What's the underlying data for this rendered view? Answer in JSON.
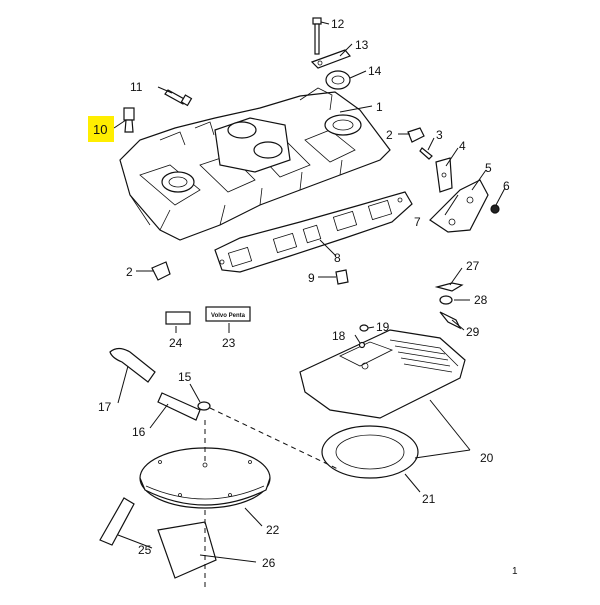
{
  "diagram": {
    "highlighted_callout": "10",
    "highlight_color": "#ffee00",
    "callouts": [
      {
        "id": "c1",
        "label": "1"
      },
      {
        "id": "c2a",
        "label": "2"
      },
      {
        "id": "c2b",
        "label": "2"
      },
      {
        "id": "c3",
        "label": "3"
      },
      {
        "id": "c4",
        "label": "4"
      },
      {
        "id": "c5",
        "label": "5"
      },
      {
        "id": "c6",
        "label": "6"
      },
      {
        "id": "c7",
        "label": "7"
      },
      {
        "id": "c8",
        "label": "8"
      },
      {
        "id": "c9",
        "label": "9"
      },
      {
        "id": "c10",
        "label": "10"
      },
      {
        "id": "c11",
        "label": "11"
      },
      {
        "id": "c12",
        "label": "12"
      },
      {
        "id": "c13",
        "label": "13"
      },
      {
        "id": "c14",
        "label": "14"
      },
      {
        "id": "c15",
        "label": "15"
      },
      {
        "id": "c16",
        "label": "16"
      },
      {
        "id": "c17",
        "label": "17"
      },
      {
        "id": "c18",
        "label": "18"
      },
      {
        "id": "c19",
        "label": "19"
      },
      {
        "id": "c20",
        "label": "20"
      },
      {
        "id": "c21",
        "label": "21"
      },
      {
        "id": "c22",
        "label": "22"
      },
      {
        "id": "c23",
        "label": "23"
      },
      {
        "id": "c24",
        "label": "24"
      },
      {
        "id": "c25",
        "label": "25"
      },
      {
        "id": "c26",
        "label": "26"
      },
      {
        "id": "c27",
        "label": "27"
      },
      {
        "id": "c28",
        "label": "28"
      },
      {
        "id": "c29",
        "label": "29"
      }
    ],
    "decal_text": "Volvo Penta",
    "page_number": "1"
  }
}
